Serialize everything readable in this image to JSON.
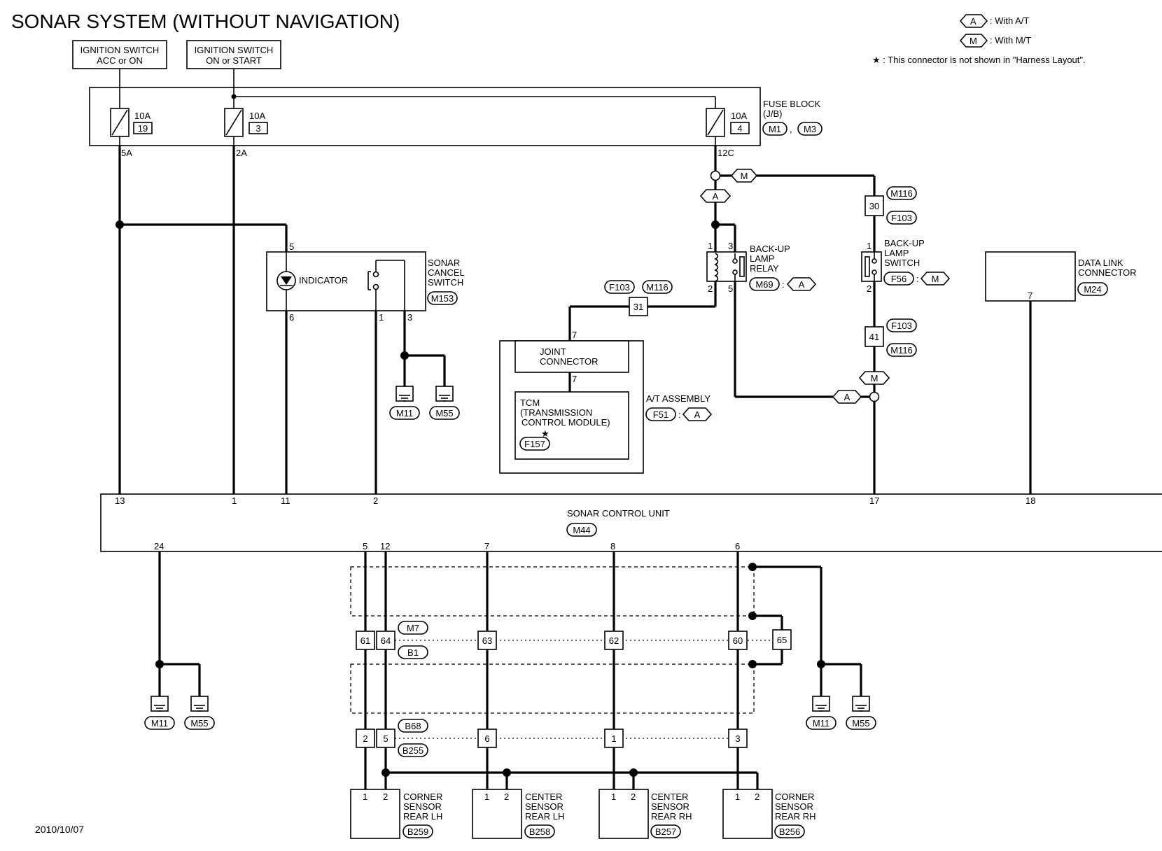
{
  "title": "SONAR SYSTEM (WITHOUT NAVIGATION)",
  "date": "2010/10/07",
  "legend": {
    "at_code": "A",
    "at_text": ": With A/T",
    "mt_code": "M",
    "mt_text": ": With M/T",
    "star_text": "★ : This connector is not shown in \"Harness Layout\"."
  },
  "ign_acc": [
    "IGNITION SWITCH",
    "ACC or ON"
  ],
  "ign_on": [
    "IGNITION SWITCH",
    "ON or START"
  ],
  "fuse_block": {
    "label": [
      "FUSE BLOCK",
      "(J/B)"
    ],
    "connectors": [
      "M1",
      "M3"
    ],
    "fuses": [
      {
        "amp": "10A",
        "num": "19",
        "term": "5A"
      },
      {
        "amp": "10A",
        "num": "3",
        "term": "2A"
      },
      {
        "amp": "10A",
        "num": "4",
        "term": "12C"
      }
    ]
  },
  "sonar_cancel": {
    "label": [
      "SONAR",
      "CANCEL",
      "SWITCH"
    ],
    "connector": "M153",
    "indicator": "INDICATOR",
    "pins": {
      "p5": "5",
      "p6": "6",
      "p1": "1",
      "p3": "3"
    }
  },
  "grounds": {
    "g1": "M11",
    "g2": "M55"
  },
  "backup_relay": {
    "label": [
      "BACK-UP",
      "LAMP",
      "RELAY"
    ],
    "connector": "M69",
    "variant": "A",
    "pins": {
      "p1": "1",
      "p3": "3",
      "p2": "2",
      "p5": "5"
    }
  },
  "backup_switch": {
    "label": [
      "BACK-UP",
      "LAMP",
      "SWITCH"
    ],
    "connector": "F56",
    "variant": "M",
    "pins": {
      "p1": "1",
      "p2": "2"
    }
  },
  "data_link": {
    "label": [
      "DATA LINK",
      "CONNECTOR"
    ],
    "connector": "M24",
    "pin": "7"
  },
  "joint_connector": {
    "label": [
      "JOINT",
      "CONNECTOR"
    ],
    "pin_top": "7",
    "pin_bottom": "7"
  },
  "tcm": {
    "label": [
      "TCM",
      "(TRANSMISSION",
      "CONTROL MODULE)"
    ],
    "connector": "F157"
  },
  "at_assembly": {
    "label": "A/T ASSEMBLY",
    "connector": "F51",
    "variant": "A"
  },
  "inline": {
    "c31": {
      "pin": "31",
      "conn_a": "F103",
      "conn_b": "M116"
    },
    "c30": {
      "pin": "30",
      "conn_a": "M116",
      "conn_b": "F103"
    },
    "c41": {
      "pin": "41",
      "conn_a": "F103",
      "conn_b": "M116"
    }
  },
  "sonar_unit": {
    "label": "SONAR CONTROL UNIT",
    "connector": "M44",
    "top_pins": [
      "13",
      "1",
      "11",
      "2",
      "17",
      "18"
    ],
    "bottom_pins": [
      "24",
      "5",
      "12",
      "7",
      "8",
      "6"
    ]
  },
  "m7_b1": {
    "conn_a": "M7",
    "conn_b": "B1",
    "pins": [
      "61",
      "64",
      "63",
      "62",
      "60",
      "65"
    ]
  },
  "b68_b255": {
    "conn_a": "B68",
    "conn_b": "B255",
    "pins": [
      "2",
      "5",
      "6",
      "1",
      "3"
    ]
  },
  "sensors": [
    {
      "label": [
        "CORNER",
        "SENSOR",
        "REAR LH"
      ],
      "connector": "B259",
      "p1": "1",
      "p2": "2"
    },
    {
      "label": [
        "CENTER",
        "SENSOR",
        "REAR LH"
      ],
      "connector": "B258",
      "p1": "1",
      "p2": "2"
    },
    {
      "label": [
        "CENTER",
        "SENSOR",
        "REAR RH"
      ],
      "connector": "B257",
      "p1": "1",
      "p2": "2"
    },
    {
      "label": [
        "CORNER",
        "SENSOR",
        "REAR RH"
      ],
      "connector": "B256",
      "p1": "1",
      "p2": "2"
    }
  ],
  "wire_codes": {
    "m": "M",
    "a": "A"
  }
}
